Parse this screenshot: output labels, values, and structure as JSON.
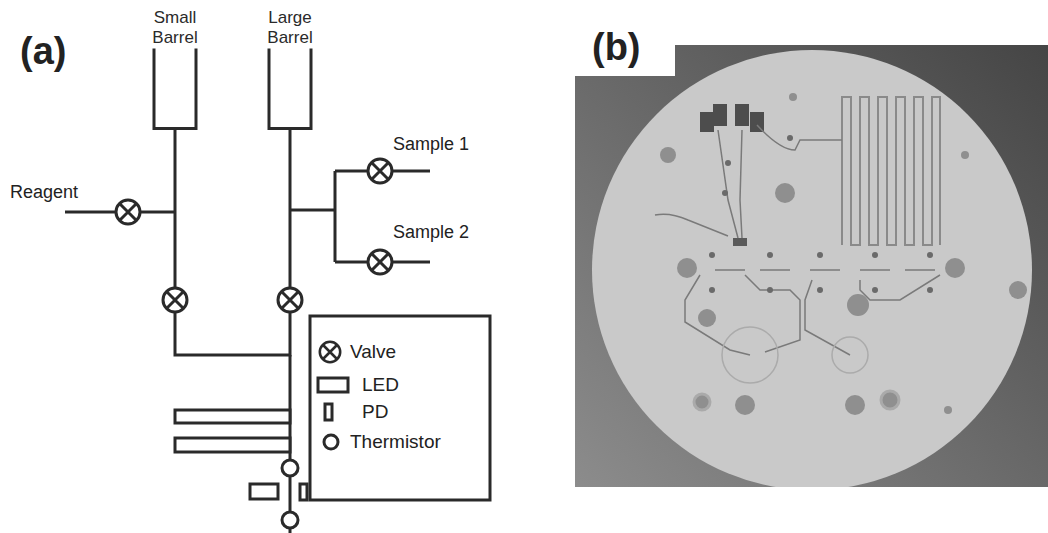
{
  "diagram": {
    "nodes": [
      {
        "text": [
          "Small Barrel"
        ]
      },
      {
        "text": [
          "Large Barrel"
        ]
      }
    ],
    "edges": [
      {
        "from": 0,
        "to": 1,
        "arrow": "none"
      }
    ],
    "labels": [
      "(a)",
      "Reagent",
      "Sample 1",
      "Sample 2",
      "(b)"
    ],
    "legend": [
      {
        "text": "Valve"
      },
      {
        "text": "LED"
      },
      {
        "text": "PD"
      },
      {
        "text": "Thermistor"
      }
    ]
  }
}
